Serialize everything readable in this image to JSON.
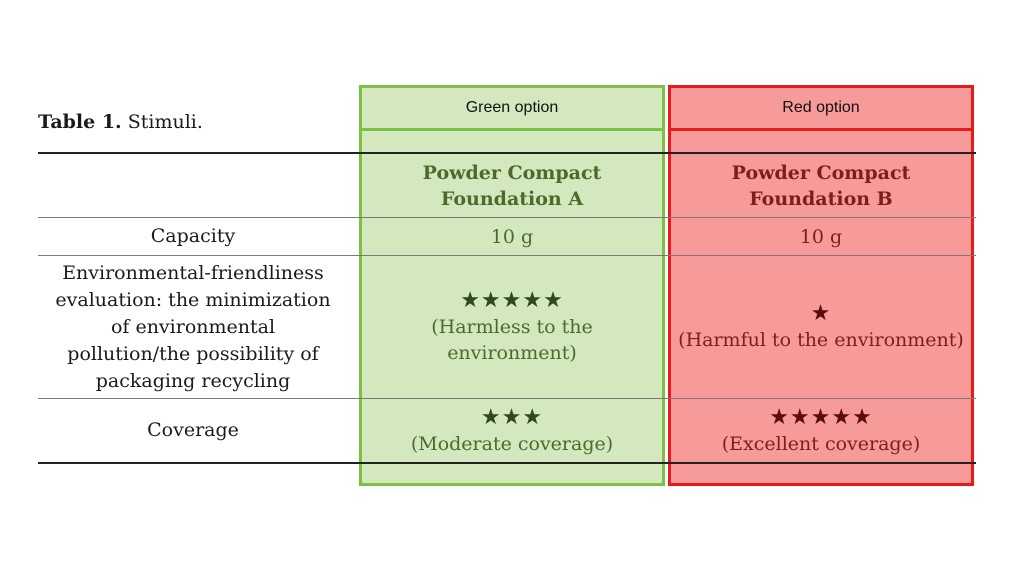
{
  "caption": {
    "label": "Table 1.",
    "text": "Stimuli."
  },
  "headers": {
    "green": "Green option",
    "red": "Red option"
  },
  "products": {
    "green": [
      "Powder Compact",
      "Foundation A"
    ],
    "red": [
      "Powder Compact",
      "Foundation B"
    ]
  },
  "rows": {
    "capacity": {
      "label": "Capacity",
      "green": "10 g",
      "red": "10 g"
    },
    "environment": {
      "label_lines": [
        "Environmental-friendliness",
        "evaluation: the minimization",
        "of environmental",
        "pollution/the possibility of",
        "packaging recycling"
      ],
      "green_rating": 5,
      "green_stars": "★★★★★",
      "green_note_lines": [
        "(Harmless to the",
        "environment)"
      ],
      "red_rating": 1,
      "red_stars": "★",
      "red_note_lines": [
        "(Harmful to the environment)"
      ]
    },
    "coverage": {
      "label": "Coverage",
      "green_rating": 3,
      "green_stars": "★★★",
      "green_note": "(Moderate coverage)",
      "red_rating": 5,
      "red_stars": "★★★★★",
      "red_note": "(Excellent coverage)"
    }
  },
  "colors": {
    "green_fill": "#d4e8bf",
    "green_border": "#7cc142",
    "red_fill": "#f79a9a",
    "red_border": "#e81b1b"
  }
}
